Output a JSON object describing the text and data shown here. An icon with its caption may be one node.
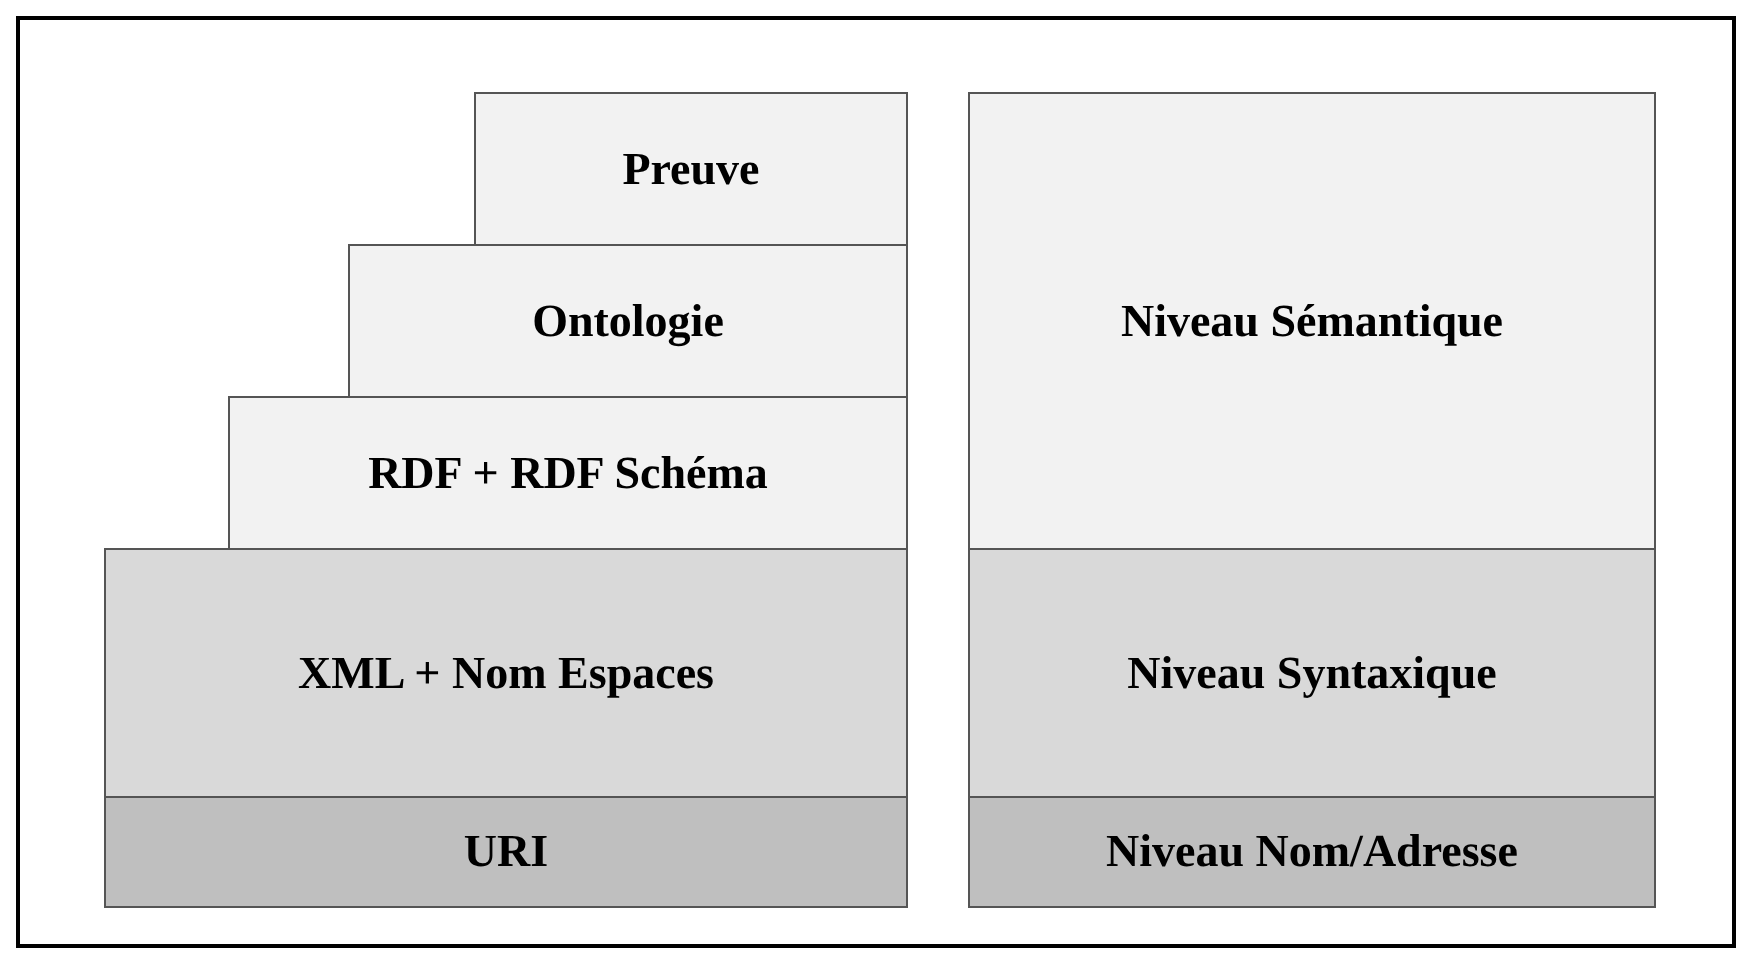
{
  "diagram": {
    "nodes": [
      {
        "text": [
          "Preuve"
        ]
      },
      {
        "text": [
          "Ontologie"
        ]
      },
      {
        "text": [
          "RDF + RDF Schéma"
        ]
      },
      {
        "text": [
          "XML + Nom Espaces"
        ]
      },
      {
        "text": [
          "URI"
        ]
      },
      {
        "text": [
          "Niveau Sémantique"
        ]
      },
      {
        "text": [
          "Niveau Syntaxique"
        ]
      },
      {
        "text": [
          "Niveau Nom/Adresse"
        ]
      }
    ]
  }
}
